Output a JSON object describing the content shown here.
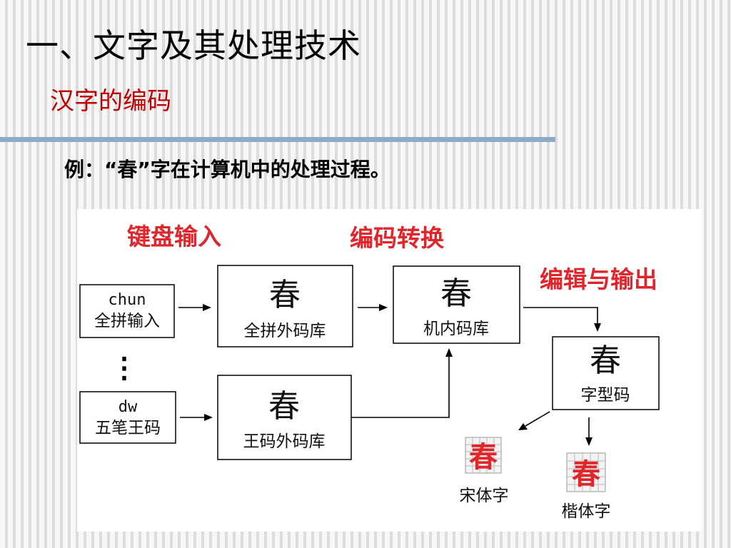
{
  "slide": {
    "title": "一、文字及其处理技术",
    "subtitle": "汉字的编码",
    "example": "例：“春”字在计算机中的处理过程。"
  },
  "diagram": {
    "stage_headings": [
      "键盘输入",
      "编码转换",
      "编辑与输出"
    ],
    "input_pinyin": {
      "code": "chun",
      "label": "全拼输入"
    },
    "input_wubi": {
      "code": "dw",
      "label": "五笔王码"
    },
    "ellipsis": "⋮",
    "character": "春",
    "pinyin_external_code_library": "全拼外码库",
    "wubi_external_code_library": "王码外码库",
    "internal_code_library": "机内码库",
    "glyph_code": "字型码",
    "font_song": "宋体字",
    "font_kai": "楷体字"
  }
}
